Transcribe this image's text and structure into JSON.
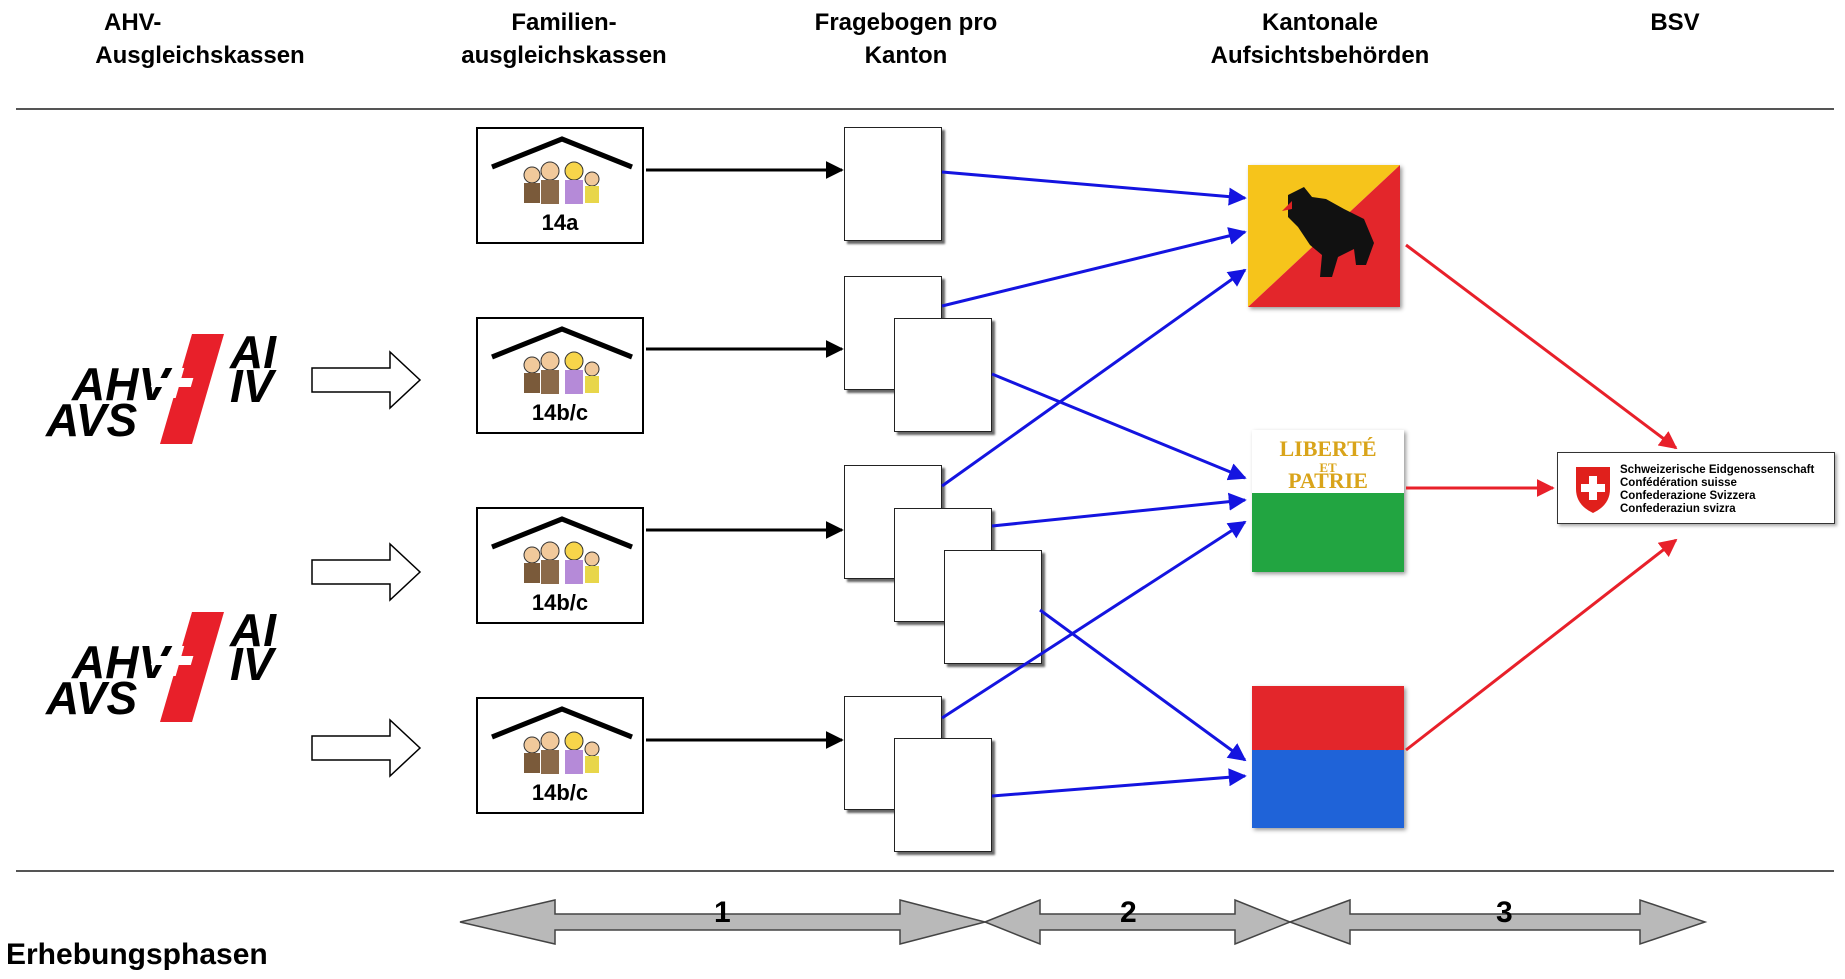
{
  "columns": [
    {
      "line1": "AHV-",
      "line2": "Ausgleichskassen"
    },
    {
      "line1": "Familien-",
      "line2": "ausgleichskassen"
    },
    {
      "line1": "Fragebogen pro",
      "line2": "Kanton"
    },
    {
      "line1": "Kantonale",
      "line2": "Aufsichtsbehörden"
    },
    {
      "line1": "BSV",
      "line2": ""
    }
  ],
  "ahv_logo": {
    "ahv": "AHV",
    "avs": "AVS",
    "ai": "AI",
    "iv": "IV"
  },
  "family_boxes": [
    {
      "label": "14a"
    },
    {
      "label": "14b/c"
    },
    {
      "label": "14b/c"
    },
    {
      "label": "14b/c"
    }
  ],
  "flags": {
    "vaud_line1": "LIBERTÉ",
    "vaud_line2": "ET",
    "vaud_line3": "PATRIE"
  },
  "bsv": {
    "line1": "Schweizerische Eidgenossenschaft",
    "line2": "Confédération suisse",
    "line3": "Confederazione Svizzera",
    "line4": "Confederaziun svizra"
  },
  "phases": {
    "label": "Erhebungsphasen",
    "p1": "1",
    "p2": "2",
    "p3": "3"
  },
  "colors": {
    "blue_arrow": "#1414e0",
    "red_arrow": "#e8202a",
    "black_arrow": "#000000",
    "bern_red": "#e3262b",
    "bern_yellow": "#f6c41b",
    "vaud_green": "#22a541",
    "zurich_blue": "#1f63d8",
    "swiss_red": "#e0201c"
  }
}
